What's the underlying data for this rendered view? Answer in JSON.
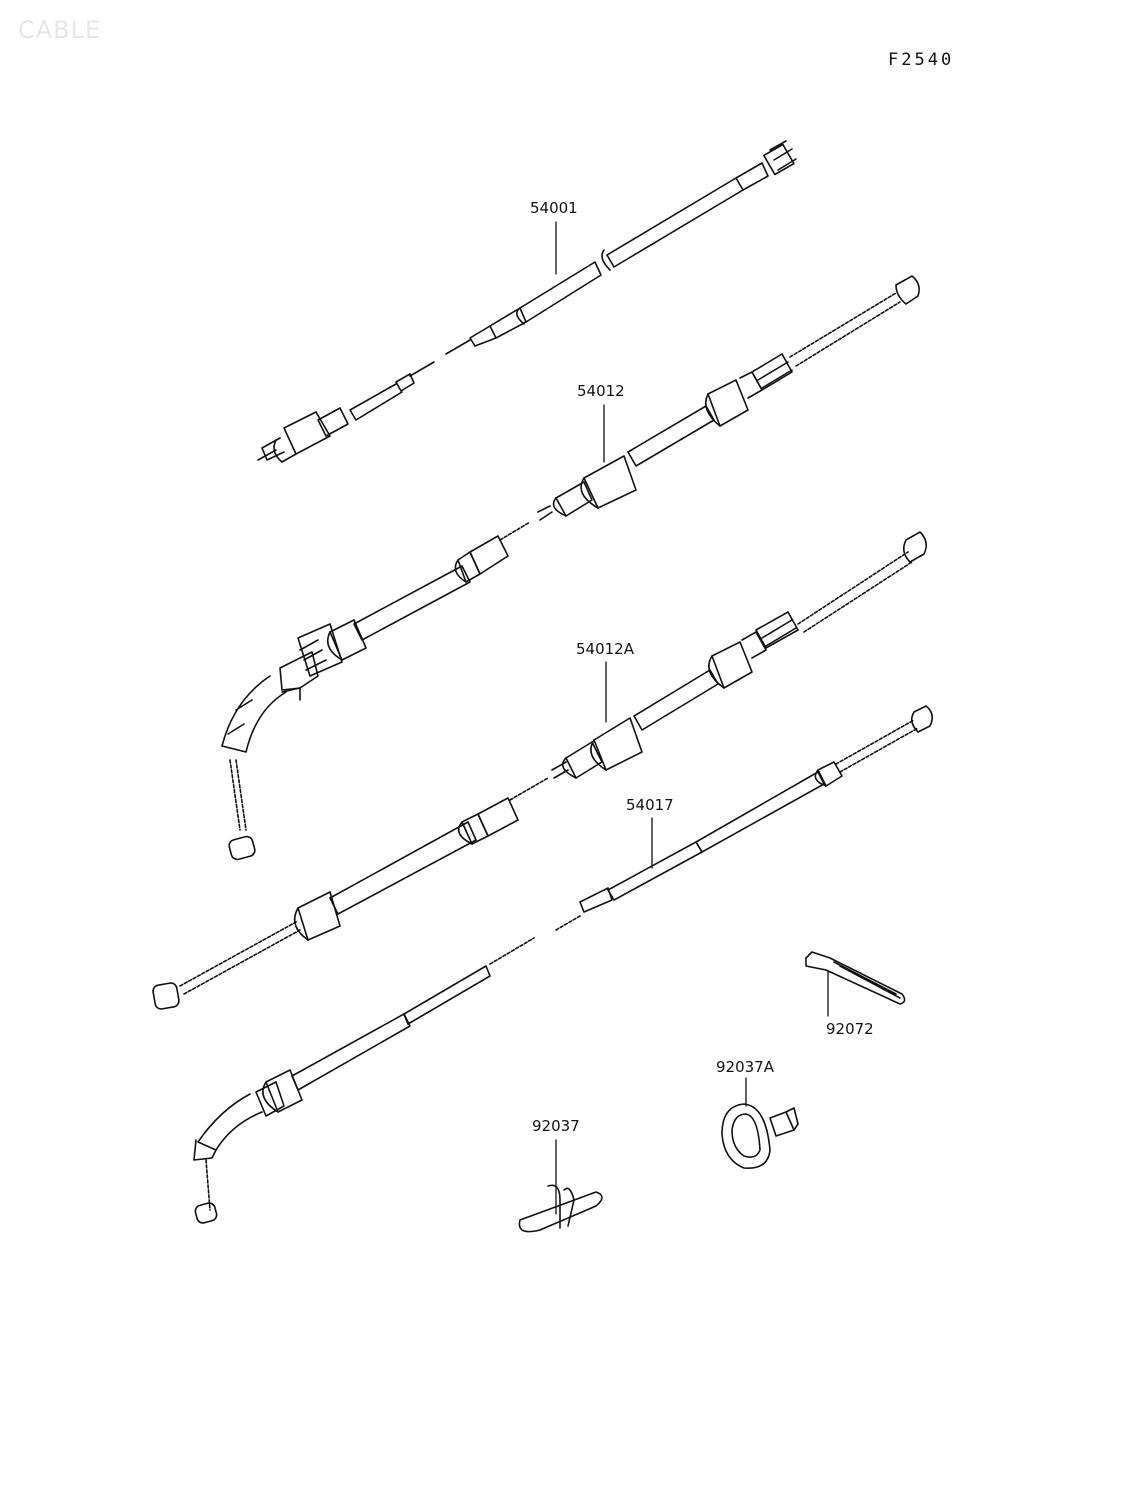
{
  "watermark": "CABLE",
  "figure_code": "F2540",
  "parts": [
    {
      "id": "p54001",
      "number": "54001"
    },
    {
      "id": "p54012",
      "number": "54012"
    },
    {
      "id": "p54012a",
      "number": "54012A"
    },
    {
      "id": "p54017",
      "number": "54017"
    },
    {
      "id": "p92072",
      "number": "92072"
    },
    {
      "id": "p92037a",
      "number": "92037A"
    },
    {
      "id": "p92037",
      "number": "92037"
    }
  ],
  "colors": {
    "ink": "#111111",
    "paper": "#ffffff",
    "watermark": "#e6e6e6"
  }
}
